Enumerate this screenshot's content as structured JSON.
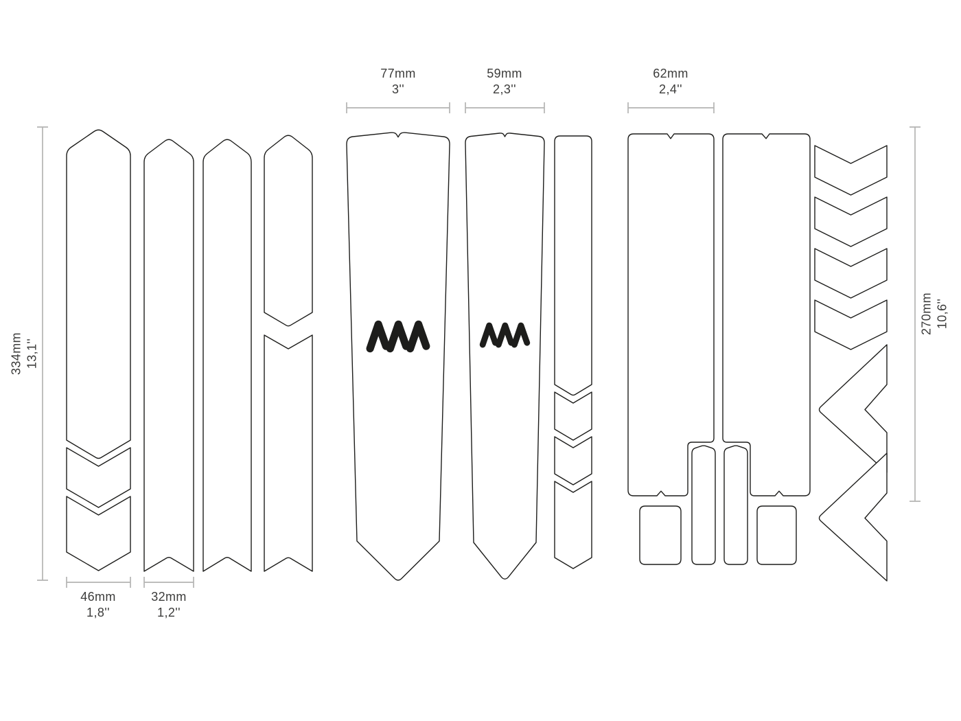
{
  "title": "Frame protection kit cutting sheet",
  "colors": {
    "background": "#ffffff",
    "outline": "#1d1d1b",
    "bracket": "#b4b4b3",
    "text": "#3c3c3b",
    "logo": "#1d1d1b"
  },
  "icons": {
    "logo": "ams-monogram"
  },
  "dims": {
    "top": [
      {
        "mm": "77mm",
        "in": "3''"
      },
      {
        "mm": "59mm",
        "in": "2,3''"
      },
      {
        "mm": "62mm",
        "in": "2,4''"
      }
    ],
    "left": {
      "mm": "334mm",
      "in": "13,1''"
    },
    "right": {
      "mm": "270mm",
      "in": "10,6''"
    },
    "bottom": [
      {
        "mm": "46mm",
        "in": "1,8''"
      },
      {
        "mm": "32mm",
        "in": "1,2''"
      }
    ]
  }
}
